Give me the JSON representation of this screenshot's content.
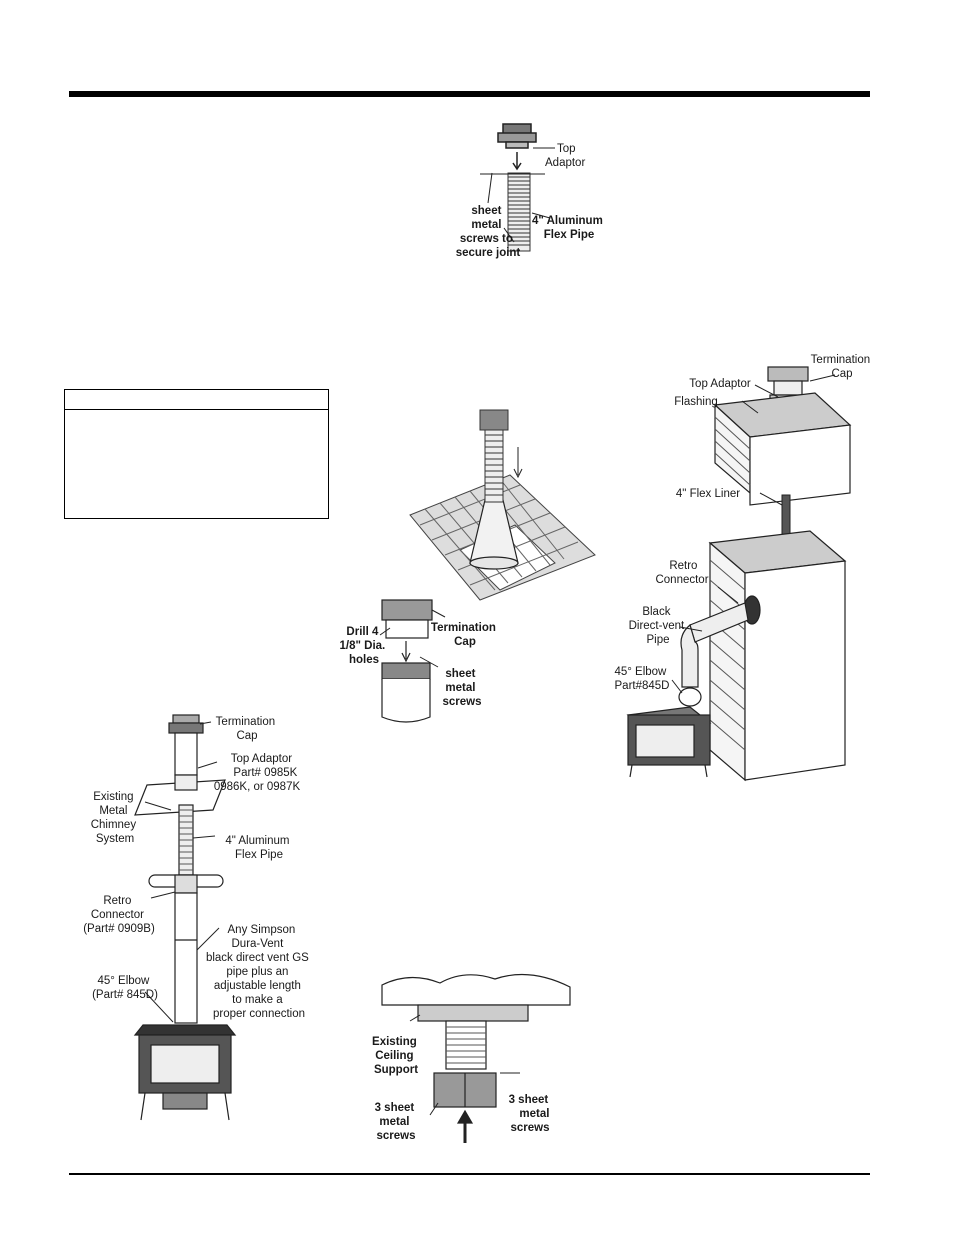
{
  "fig1": {
    "top_adaptor": [
      "Top",
      "Adaptor"
    ],
    "sheet_metal": [
      "sheet",
      "metal",
      "screws to",
      "secure joint"
    ],
    "flex_pipe": [
      "4\" Aluminum",
      "Flex Pipe"
    ]
  },
  "fig2": {
    "termination_cap": [
      "Termination",
      "Cap"
    ],
    "drill": [
      "Drill 4",
      "1/8\" Dia.",
      "holes"
    ],
    "screws": [
      "sheet",
      "metal",
      "screws"
    ]
  },
  "fig3": {
    "termination_cap": [
      "Termination",
      "Cap"
    ],
    "top_adaptor": "Top Adaptor",
    "flashing": "Flashing",
    "flex_liner": "4\" Flex Liner",
    "retro": [
      "Retro",
      "Connector"
    ],
    "black_pipe": [
      "Black",
      "Direct-vent",
      "Pipe"
    ],
    "elbow": [
      "45° Elbow",
      "Part#845D"
    ]
  },
  "fig4": {
    "termination_cap": [
      "Termination",
      "Cap"
    ],
    "top_adaptor": [
      "Top Adaptor",
      "Part# 0985K",
      "0986K, or 0987K"
    ],
    "existing": [
      "Existing",
      "Metal",
      "Chimney",
      "System"
    ],
    "flex_pipe": [
      "4\" Aluminum",
      "Flex Pipe"
    ],
    "retro": [
      "Retro",
      "Connector",
      "(Part# 0909B)"
    ],
    "simpson": [
      "Any Simpson",
      "Dura-Vent",
      "black direct vent GS",
      "pipe plus an",
      "adjustable length",
      "to make a",
      "proper connection"
    ],
    "elbow": [
      "45° Elbow",
      "(Part# 845D)"
    ]
  },
  "fig5": {
    "ceiling": [
      "Existing",
      "Ceiling",
      "Support"
    ],
    "left_screws": [
      "3 sheet",
      "metal",
      "screws"
    ],
    "right_screws": [
      "3 sheet",
      "metal",
      "screws"
    ]
  }
}
